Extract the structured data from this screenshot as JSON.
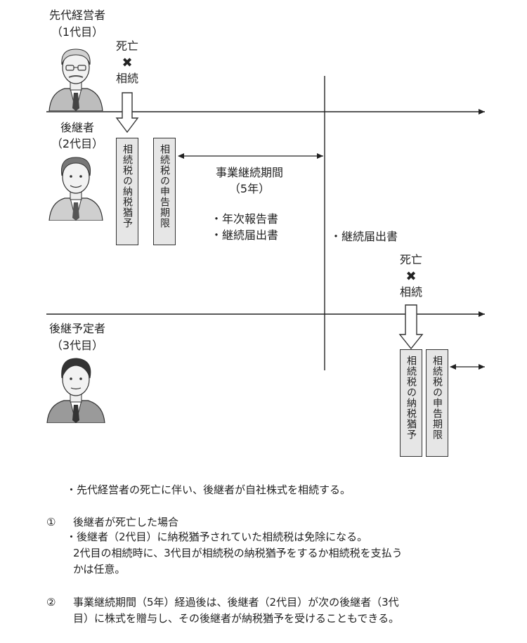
{
  "persons": {
    "first": {
      "name": "先代経営者",
      "gen": "（1代目）"
    },
    "second": {
      "name": "後継者",
      "gen": "（2代目）"
    },
    "third": {
      "name": "後継予定者",
      "gen": "（3代目）"
    }
  },
  "events": {
    "first_death": {
      "death": "死亡",
      "mark": "✖",
      "inherit": "相続"
    },
    "second_death": {
      "death": "死亡",
      "mark": "✖",
      "inherit": "相続"
    }
  },
  "boxes": {
    "g2_deferral": "相続税の納税猶予",
    "g2_filing": "相続税の申告期限",
    "g3_deferral": "相続税の納税猶予",
    "g3_filing": "相続税の申告期限"
  },
  "period": {
    "label": "事業継続期間",
    "years": "（5年）",
    "items": [
      "・年次報告書",
      "・継続届出書"
    ],
    "after_item": "・継続届出書"
  },
  "notes": {
    "intro": "・先代経営者の死亡に伴い、後継者が自社株式を相続する。",
    "case1_num": "①",
    "case1_title": "後継者が死亡した場合",
    "case1_line1": "・後継者（2代目）に納税猶予されていた相続税は免除になる。",
    "case1_line2": "2代目の相続時に、3代目が相続税の納税猶予をするか相続税を支払う",
    "case1_line3": "かは任意。",
    "case2_num": "②",
    "case2_line1": "事業継続期間（5年）経過後は、後継者（2代目）が次の後継者（3代",
    "case2_line2": "目）に株式を贈与し、その後継者が納税猶予を受けることもできる。"
  }
}
